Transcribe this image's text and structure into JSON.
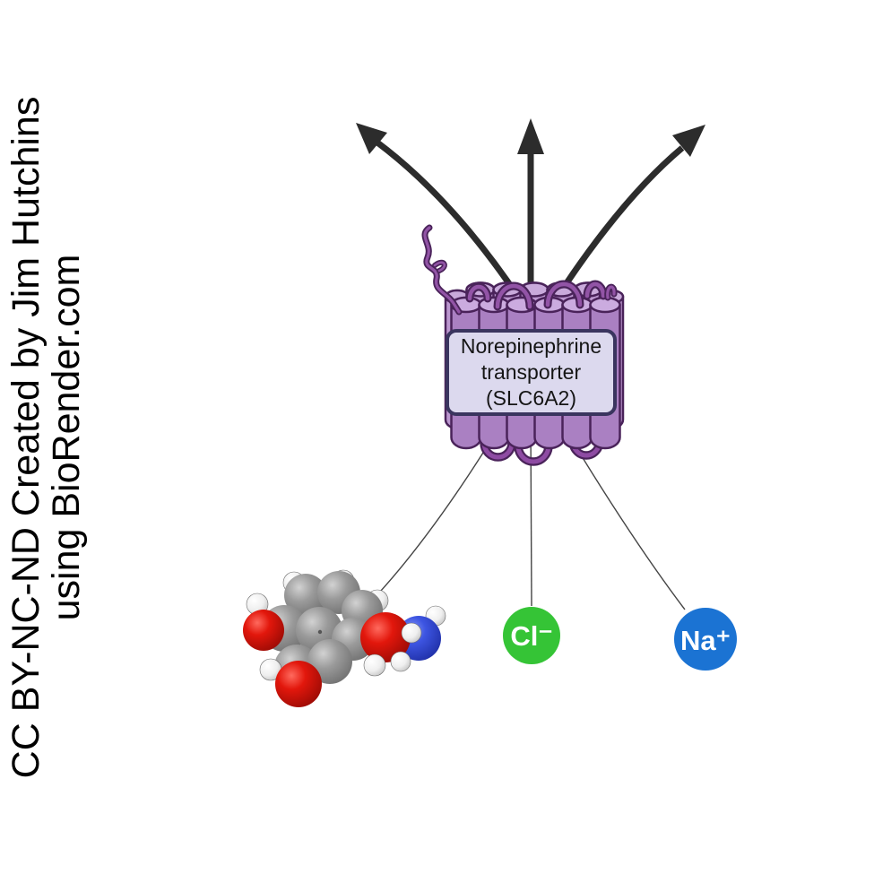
{
  "credit": {
    "line1": "CC BY-NC-ND Created by Jim Hutchins",
    "line2": "using BioRender.com"
  },
  "transporter_label": {
    "line1": "Norepinephrine",
    "line2": "transporter",
    "line3": "(SLC6A2)"
  },
  "ions": {
    "chloride": {
      "label": "Cl⁻",
      "color": "#35c436"
    },
    "sodium": {
      "label": "Na⁺",
      "color": "#1b73d3"
    }
  },
  "colors": {
    "helix_front": "#aa80c2",
    "helix_back": "#bc97d0",
    "helix_top": "#cbabdf",
    "helix_outline": "#4a235a",
    "loop_inner": "#9254a6",
    "label_box_fill": "#dcd9ee",
    "label_box_border": "#3a355f",
    "arrow": "#2c2c2c"
  }
}
